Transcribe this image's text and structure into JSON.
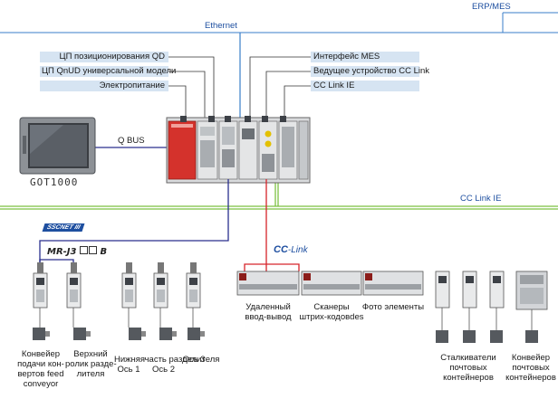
{
  "networks": {
    "erp": "ERP/MES",
    "ethernet": "Ethernet",
    "cc_link_ie": "CC Link IE",
    "q_bus": "Q BUS",
    "cc_link_brand": "CC",
    "cc_link_brand_suffix": "-Link",
    "sscnet": "SSCNET III"
  },
  "left_callouts": [
    "ЦП позиционирования QD",
    "ЦП QnUD универсальной модели",
    "Электропитание"
  ],
  "right_callouts": [
    "Интерфейс MES",
    "Ведущее устройство CC Link",
    "CC Link IE"
  ],
  "hmi": {
    "model": "GOT1000"
  },
  "servo": {
    "series": "MR-J3",
    "suffix": "B"
  },
  "servo_labels": [
    [
      "Конвейер",
      "подачи кон-",
      "вертов feed",
      "conveyor"
    ],
    [
      "Верхний",
      "ролик разде-",
      "лителя"
    ],
    [
      "Нижняя",
      "Ось 1"
    ],
    [
      "часть разделителя",
      "Ось 2"
    ],
    [
      "",
      "Ось 3"
    ]
  ],
  "cc_labels": [
    [
      "Удаленный",
      "ввод-вывод"
    ],
    [
      "Сканеры",
      "штрих-кодовdеs"
    ],
    [
      "Фото элементы"
    ],
    [
      "Сталкиватели",
      "почтовых",
      "контейнеров"
    ],
    [
      "Конвейер",
      "почтовых",
      "контейнеров"
    ]
  ],
  "colors": {
    "ethernet": "#3a7ec9",
    "cc_link_ie": "#7cc142",
    "cc_link": "#d6242a",
    "sscnet": "#2a2f8e",
    "plc_red": "#d4322c"
  }
}
